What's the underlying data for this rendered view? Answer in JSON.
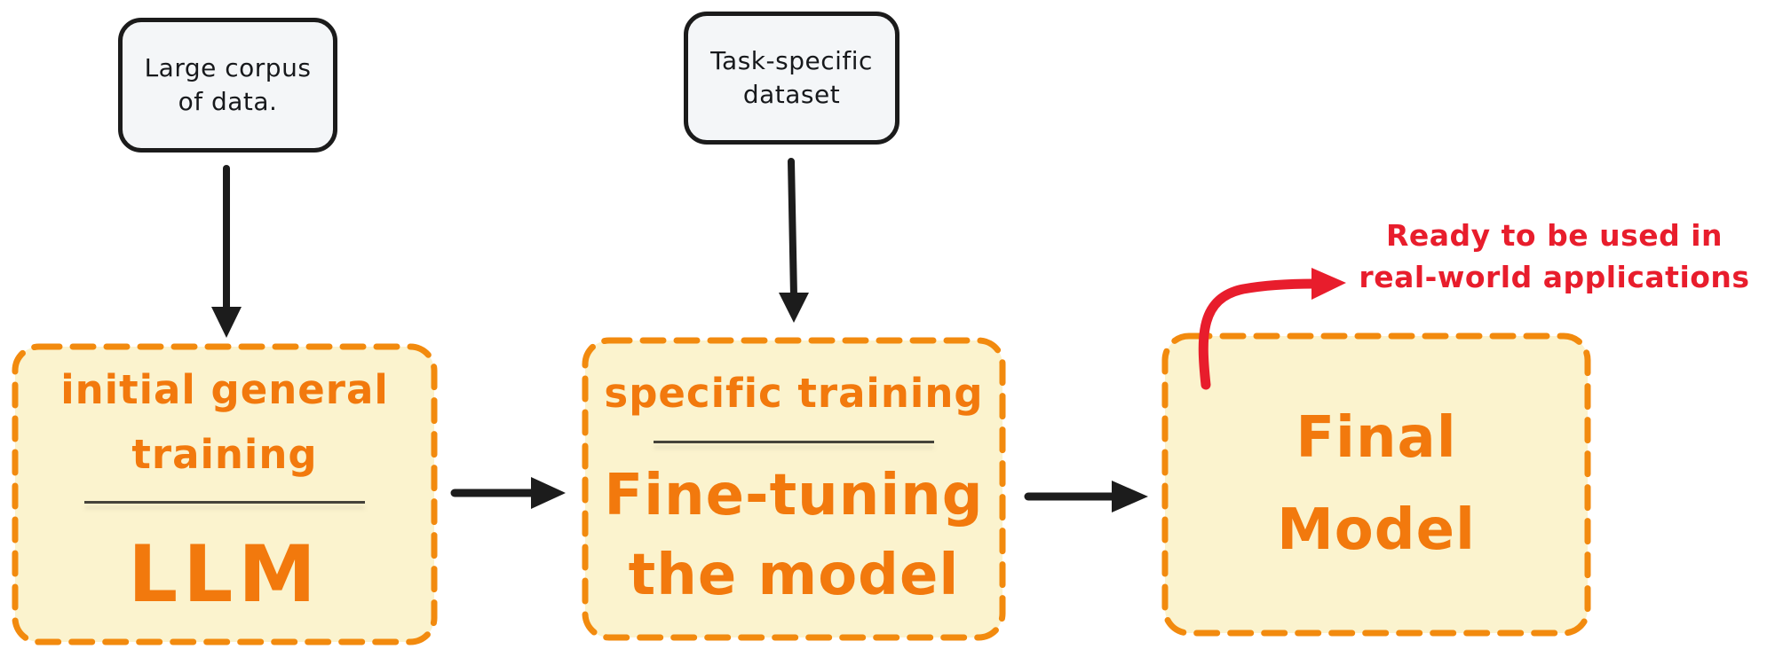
{
  "colors": {
    "stage_border_orange": "#f28a0e",
    "stage_fill_yellow": "#fbf3ce",
    "stage_text_orange": "#f2790d",
    "source_fill_gray": "#f4f6f8",
    "source_border_black": "#1b1b1b",
    "arrow_black": "#1c1c1c",
    "annotation_red": "#e81d2c",
    "divider_gray": "#44423a"
  },
  "source_nodes": {
    "corpus": {
      "line1": "Large corpus",
      "line2": "of data."
    },
    "dataset": {
      "line1": "Task-specific",
      "line2": "dataset"
    }
  },
  "stages": {
    "initial": {
      "title_line1": "initial general",
      "title_line2": "training",
      "big": "LLM"
    },
    "finetune": {
      "title": "specific training",
      "big_line1": "Fine-tuning",
      "big_line2": "the model"
    },
    "final": {
      "big_line1": "Final",
      "big_line2": "Model"
    }
  },
  "annotation": {
    "line1": "Ready to be used in",
    "line2": "real-world applications"
  }
}
